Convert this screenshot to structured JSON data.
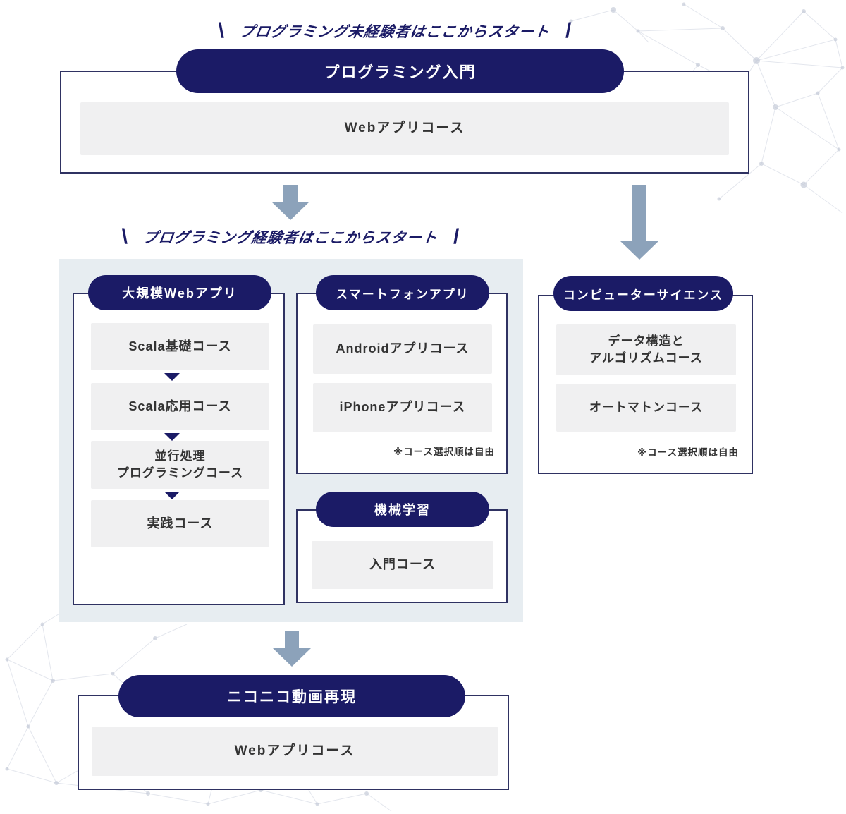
{
  "colors": {
    "navy": "#1b1b66",
    "border": "#2f3262",
    "panel": "#e7edf1",
    "graybox": "#f0f0f1",
    "arrow": "#8ca2ba",
    "text": "#333333"
  },
  "header_beginner": {
    "slash_left": "\\",
    "text": "プログラミング未経験者はここからスタート",
    "slash_right": "/"
  },
  "header_experienced": {
    "slash_left": "\\",
    "text": "プログラミング経験者はここからスタート",
    "slash_right": "/"
  },
  "intro_section": {
    "title": "プログラミング入門",
    "courses": [
      "Webアプリコース"
    ]
  },
  "large_web_section": {
    "title": "大規模Webアプリ",
    "courses": [
      "Scala基礎コース",
      "Scala応用コース",
      "並行処理\nプログラミングコース",
      "実践コース"
    ]
  },
  "smartphone_section": {
    "title": "スマートフォンアプリ",
    "courses": [
      "Androidアプリコース",
      "iPhoneアプリコース"
    ],
    "note": "※コース選択順は自由"
  },
  "ml_section": {
    "title": "機械学習",
    "courses": [
      "入門コース"
    ]
  },
  "cs_section": {
    "title": "コンピューターサイエンス",
    "courses": [
      "データ構造と\nアルゴリズムコース",
      "オートマトンコース"
    ],
    "note": "※コース選択順は自由"
  },
  "niconico_section": {
    "title": "ニコニコ動画再現",
    "courses": [
      "Webアプリコース"
    ]
  }
}
